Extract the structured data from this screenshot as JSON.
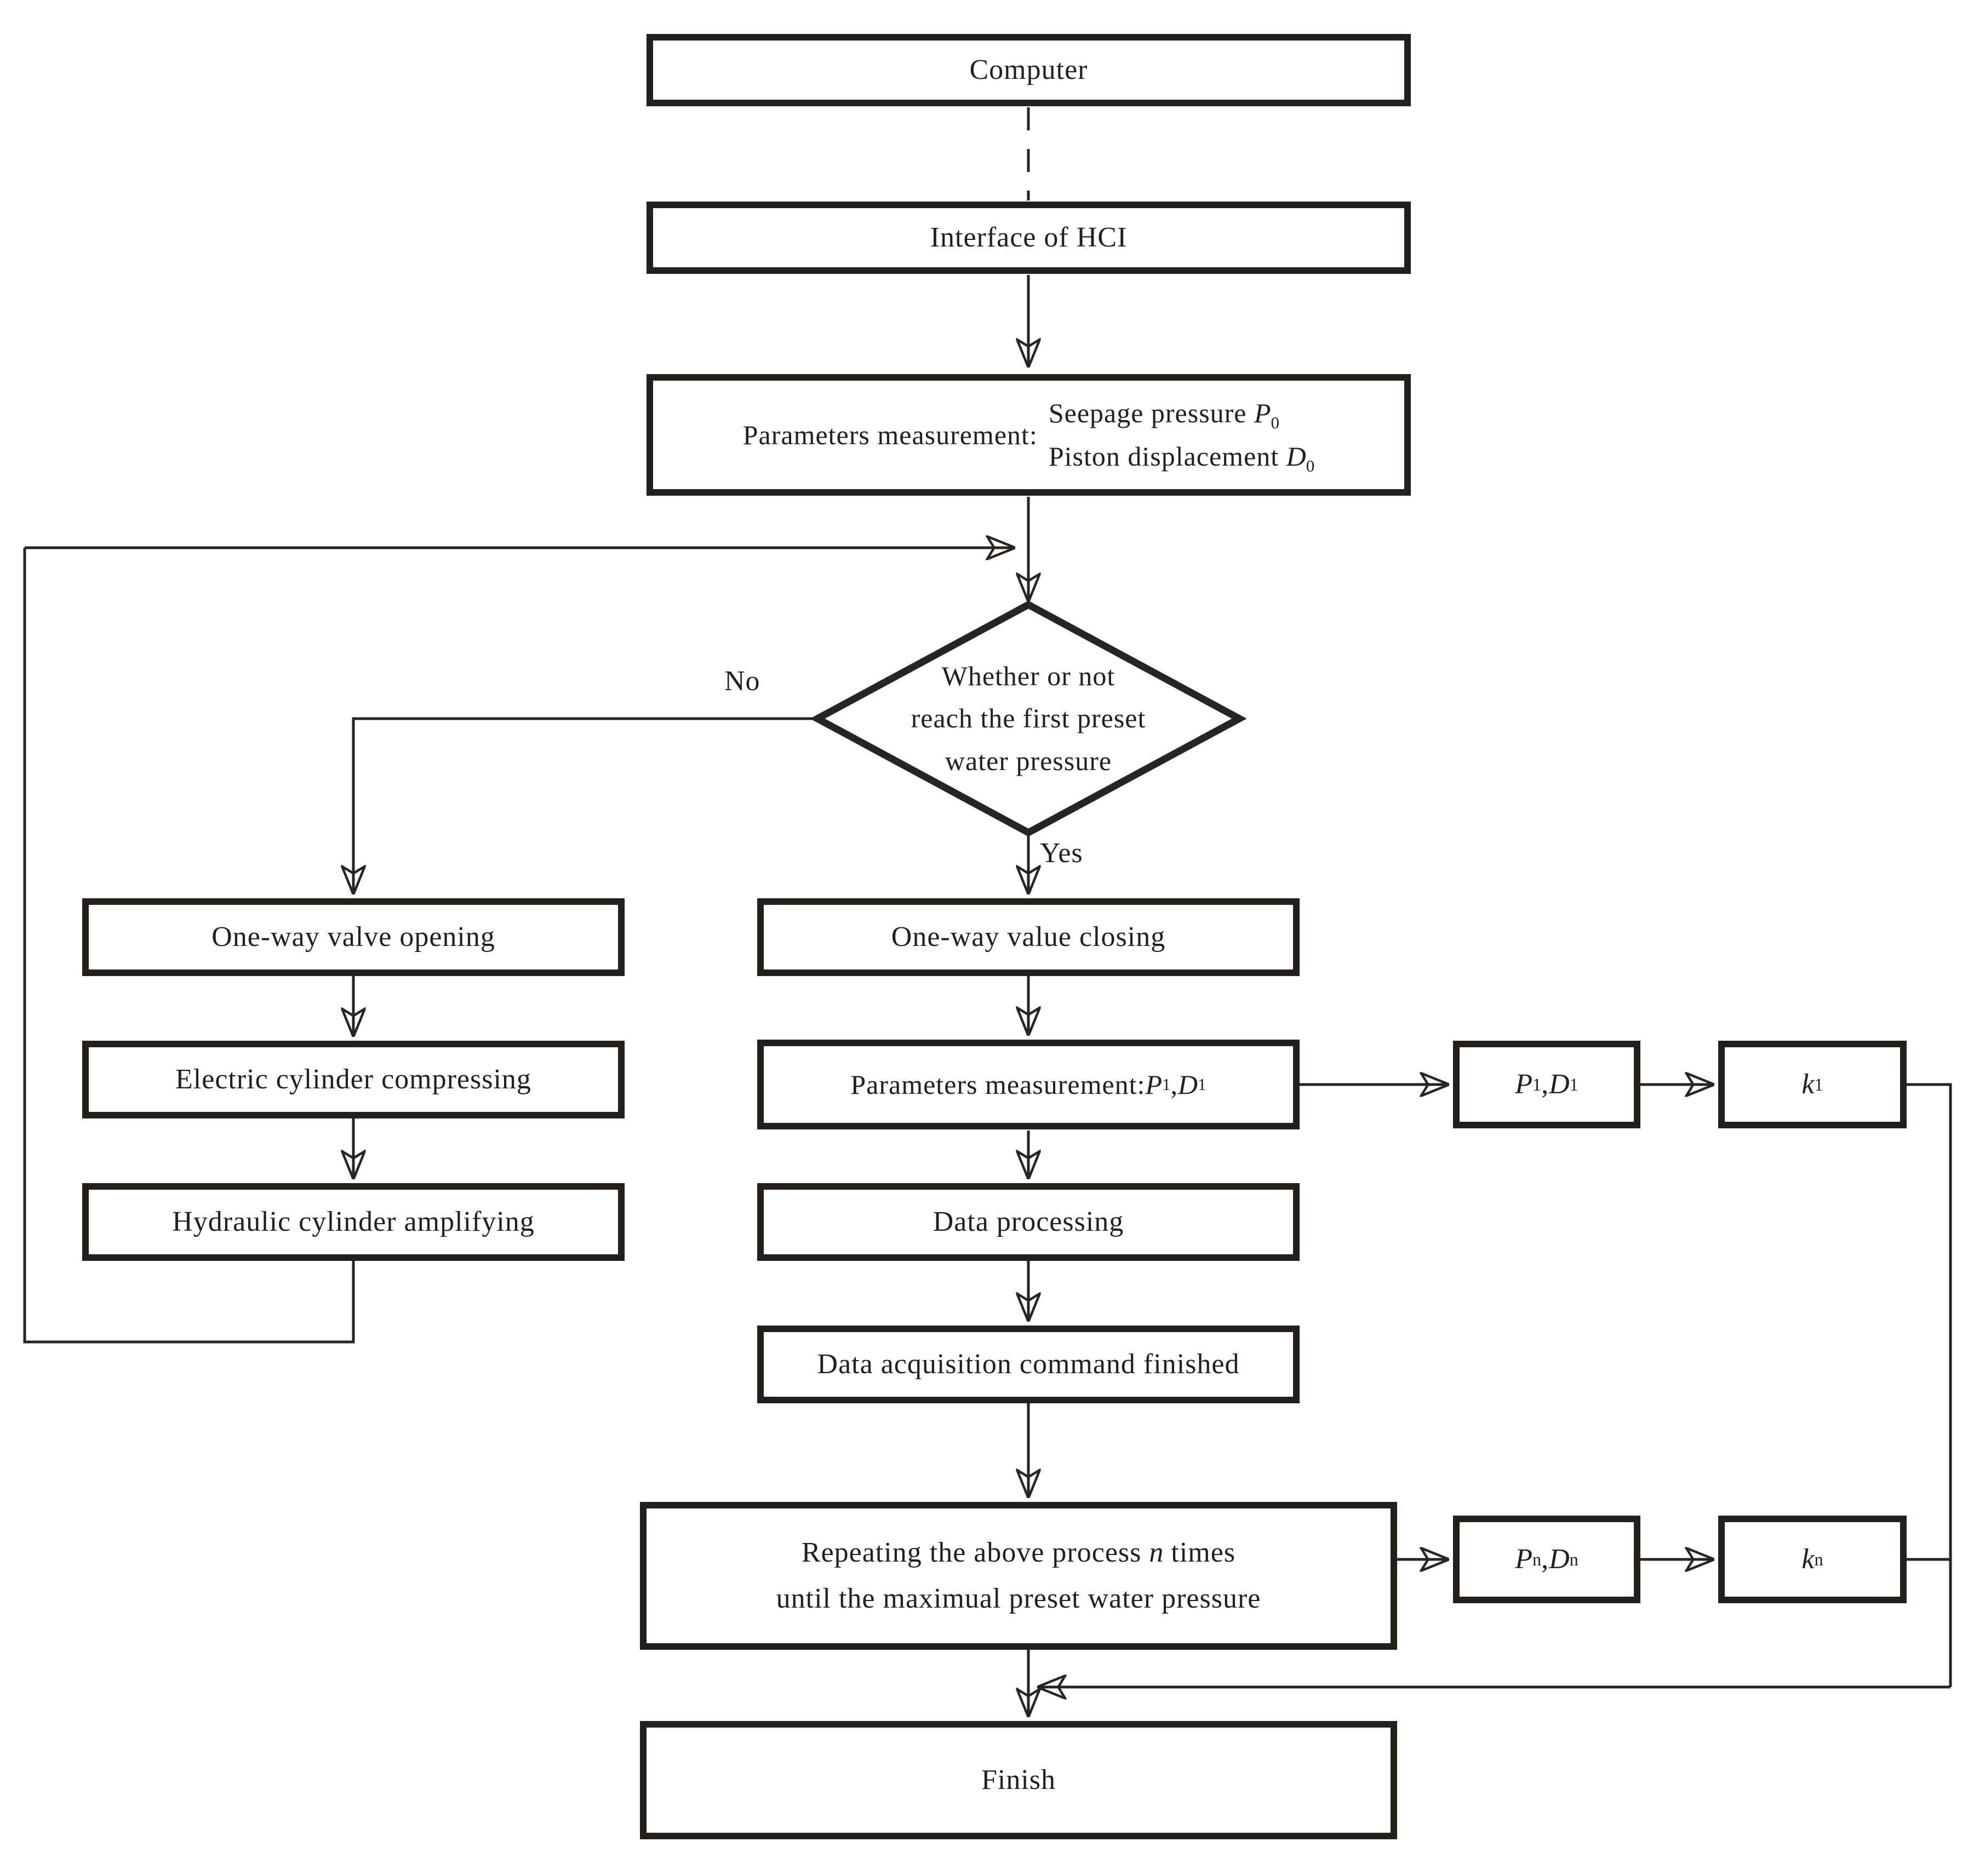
{
  "nodes": {
    "computer": {
      "label": "Computer"
    },
    "interface_hci": {
      "label": "Interface of HCI"
    },
    "params_initial": {
      "label": "Parameters measurement:",
      "line1_pre": "Seepage pressure ",
      "line1_var": "P",
      "line1_sub": "0",
      "line2_pre": "Piston displacement ",
      "line2_var": "D",
      "line2_sub": "0"
    },
    "decision": {
      "line1": "Whether or not",
      "line2": "reach the first preset",
      "line3": "water pressure"
    },
    "valve_opening": {
      "label": "One-way valve opening"
    },
    "electric_cylinder": {
      "label": "Electric cylinder compressing"
    },
    "hydraulic_cylinder": {
      "label": "Hydraulic cylinder amplifying"
    },
    "valve_closing": {
      "label": "One-way value closing"
    },
    "params_first": {
      "pre": "Parameters measurement: ",
      "var1": "P",
      "sub1": "1",
      "sep": ", ",
      "var2": "D",
      "sub2": "1"
    },
    "data_processing": {
      "label": "Data processing"
    },
    "data_acquisition": {
      "label": "Data acquisition command finished"
    },
    "repeating": {
      "line1_pre": "Repeating the above process ",
      "line1_var": "n",
      "line1_post": " times",
      "line2": "until the maximual preset water pressure"
    },
    "finish": {
      "label": "Finish"
    },
    "p1d1": {
      "var1": "P",
      "sub1": "1",
      "sep": ", ",
      "var2": "D",
      "sub2": "1"
    },
    "k1": {
      "var": "k",
      "sub": "1"
    },
    "pndn": {
      "var1": "P",
      "sub1": "n",
      "sep": ", ",
      "var2": "D",
      "sub2": "n"
    },
    "kn": {
      "var": "k",
      "sub": "n"
    }
  },
  "edge_labels": {
    "no": "No",
    "yes": "Yes"
  },
  "colors": {
    "line": "#2a2420",
    "border": "#241f1b",
    "background": "#ffffff",
    "text": "#241f1b"
  }
}
